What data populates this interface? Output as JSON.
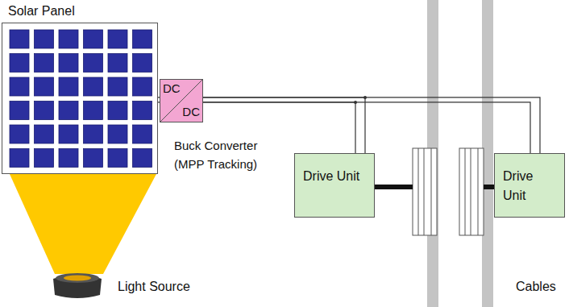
{
  "diagram": {
    "nodes": [
      {
        "text": [
          "Solar Panel"
        ]
      },
      {
        "text": [
          "DC",
          "DC",
          "Buck Converter (MPP Tracking)"
        ]
      },
      {
        "text": [
          "Drive Unit"
        ]
      },
      {
        "text": [
          "Drive Unit"
        ]
      }
    ],
    "edges": [
      {
        "from": 0,
        "to": 1,
        "arrow": "none"
      },
      {
        "from": 1,
        "to": 2,
        "arrow": "none"
      },
      {
        "from": 1,
        "to": 3,
        "arrow": "none"
      }
    ],
    "labels": [
      "Light Source",
      "Cables"
    ]
  }
}
